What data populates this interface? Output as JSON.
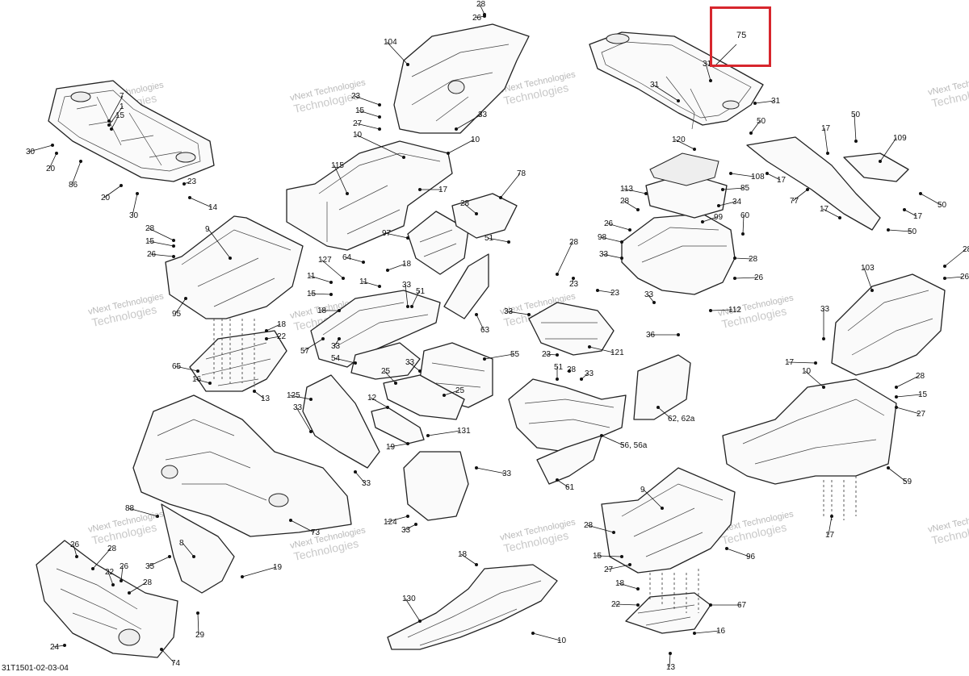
{
  "drawing_id": "31T1501-02-03-04",
  "watermark": [
    "vNext",
    "Technologies"
  ],
  "highlight": {
    "label": "75",
    "color": "#d7262d"
  },
  "callouts": [
    "1",
    "7",
    "9",
    "10",
    "11",
    "12",
    "13",
    "14",
    "15",
    "16",
    "17",
    "18",
    "19",
    "20",
    "22",
    "23",
    "24",
    "25",
    "26",
    "27",
    "28",
    "29",
    "30",
    "31",
    "33",
    "34",
    "35",
    "36",
    "50",
    "51",
    "54",
    "55",
    "56, 56a",
    "57",
    "59",
    "60",
    "61",
    "62, 62a",
    "63",
    "64",
    "65",
    "67",
    "73",
    "74",
    "75",
    "77",
    "78",
    "85",
    "86",
    "88",
    "95",
    "96",
    "97",
    "98",
    "99",
    "103",
    "104",
    "108",
    "109",
    "112",
    "113",
    "115",
    "120",
    "121",
    "124",
    "125",
    "127",
    "130",
    "131"
  ]
}
